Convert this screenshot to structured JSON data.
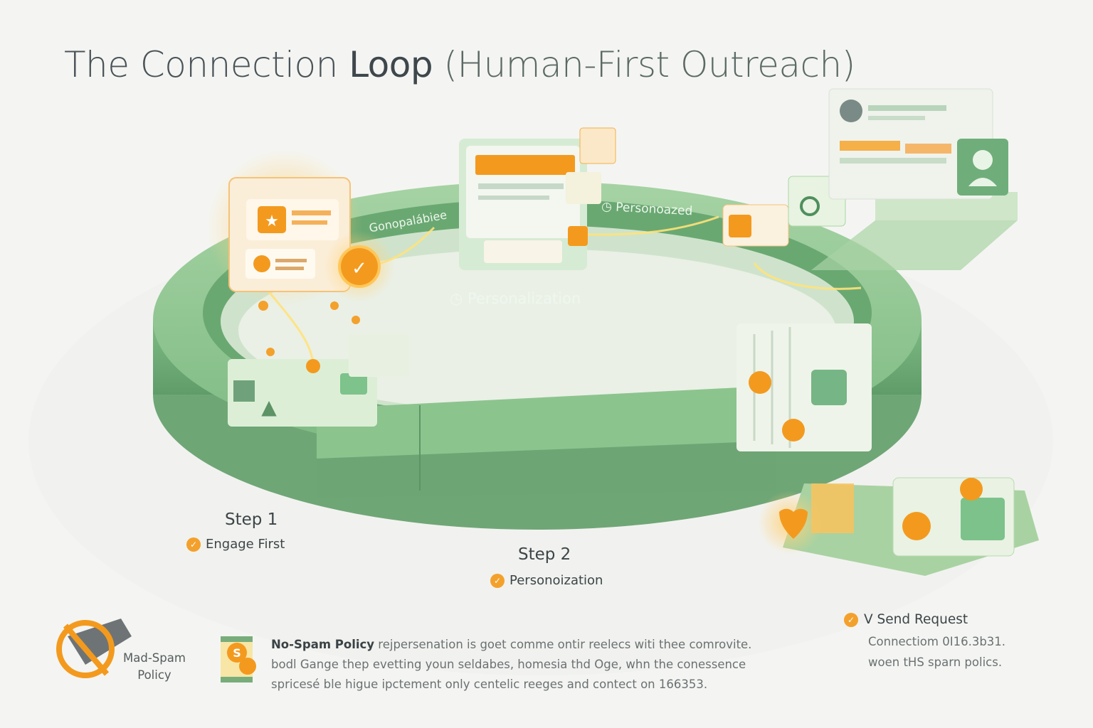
{
  "title": {
    "main_light": "The Connection ",
    "main_bold": "Loop",
    "subtitle": "(Human-First Outreach)"
  },
  "ring_labels": {
    "left_arc": "Gonopalábiee",
    "top_right_arc": "Personoazed",
    "inner": "Personalization"
  },
  "steps": [
    {
      "title": "Step 1",
      "label": "Engage First"
    },
    {
      "title": "Step 2",
      "label": "Personoization"
    }
  ],
  "send_request": {
    "label": "V Send Request",
    "lines": [
      "Connectiom 0I16.3b31.",
      "woen tHS sparn polics."
    ]
  },
  "policy": {
    "icon_label_1": "Mad-Spam",
    "icon_label_2": "Policy",
    "heading": "No-Spam Policy",
    "lines": [
      "rejpersenation is goet comme ontir reelecs witi thee comrovite.",
      "bodl Gange thep evetting youn seldabes, homesia thd Oge, whn the conessence",
      "spricesé ble higue ipctement only centelic reeges and contect on 166353."
    ]
  },
  "colors": {
    "ring": "#7dbb84",
    "ring_dark": "#5e9d69",
    "accent": "#f39a1e",
    "background": "#f4f5f2",
    "text": "#3d4548"
  },
  "icons": [
    "star-icon",
    "play-icon",
    "check-badge-icon",
    "clock-icon",
    "user-profile-icon",
    "heart-icon",
    "shield-icon",
    "email-icon",
    "grid-icon",
    "arrow-up-icon",
    "no-spam-icon",
    "dollar-check-icon",
    "warning-triangle-icon"
  ]
}
